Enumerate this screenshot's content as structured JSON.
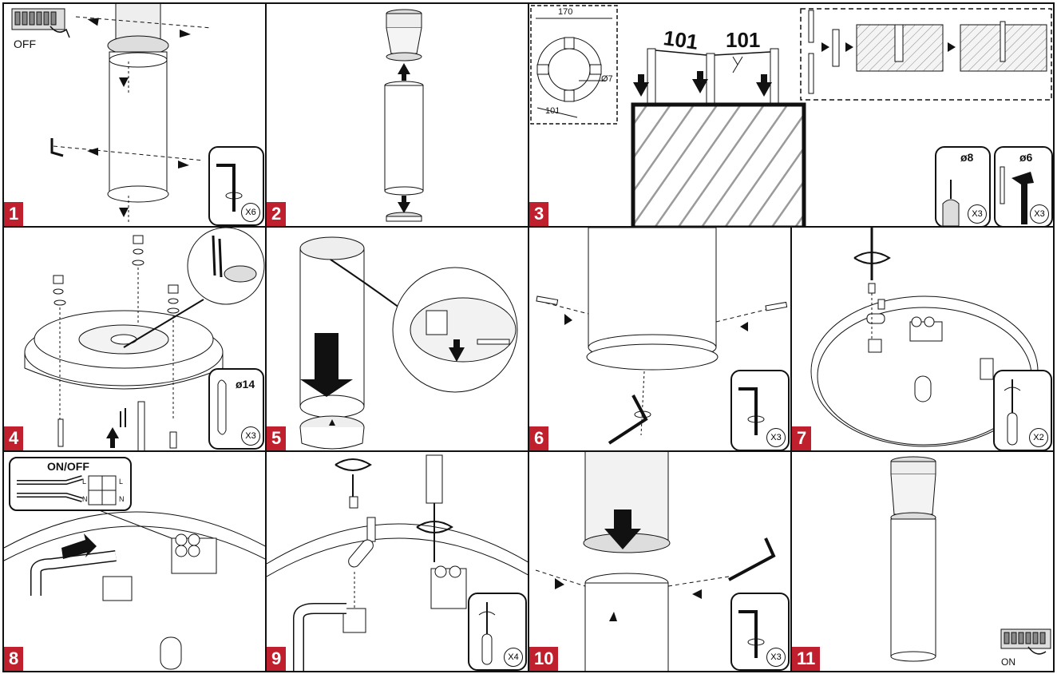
{
  "steps": [
    {
      "number": "1",
      "tool_qty": "X6",
      "switch_label": "OFF"
    },
    {
      "number": "2"
    },
    {
      "number": "3",
      "template_width": "170",
      "template_hole": "Ø7",
      "template_spacing": "101",
      "spacing_a": "101",
      "spacing_b": "101",
      "drill": {
        "diameter": "ø8",
        "qty": "X3"
      },
      "hammer": {
        "diameter": "ø6",
        "qty": "X3"
      }
    },
    {
      "number": "4",
      "wrench": {
        "size": "ø14",
        "qty": "X3"
      }
    },
    {
      "number": "5"
    },
    {
      "number": "6",
      "tool_qty": "X3"
    },
    {
      "number": "7",
      "tool_qty": "X2"
    },
    {
      "number": "8",
      "callout": "ON/OFF",
      "terminal_labels": [
        "L",
        "L",
        "N",
        "N"
      ]
    },
    {
      "number": "9",
      "tool_qty": "X4"
    },
    {
      "number": "10",
      "tool_qty": "X3"
    },
    {
      "number": "11",
      "switch_label": "ON"
    }
  ],
  "colors": {
    "step_badge": "#c0202e",
    "line": "#111111",
    "hatch": "#9a9a9a"
  },
  "icons": [
    "hex-key-icon",
    "screwdriver-icon",
    "wrench-icon",
    "drill-icon",
    "hammer-icon",
    "rotate-arrow-icon",
    "breaker-switch-icon"
  ]
}
